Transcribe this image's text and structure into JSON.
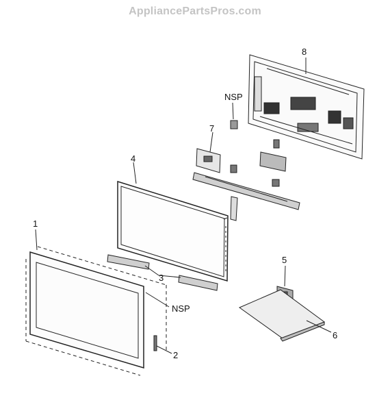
{
  "watermark": "AppliancePartsPros.com",
  "callouts": {
    "c1": "1",
    "c2": "2",
    "c3": "3",
    "c4": "4",
    "c5": "5",
    "c6": "6",
    "c7": "7",
    "c8": "8",
    "nsp_top": "NSP",
    "nsp_bottom": "NSP"
  }
}
